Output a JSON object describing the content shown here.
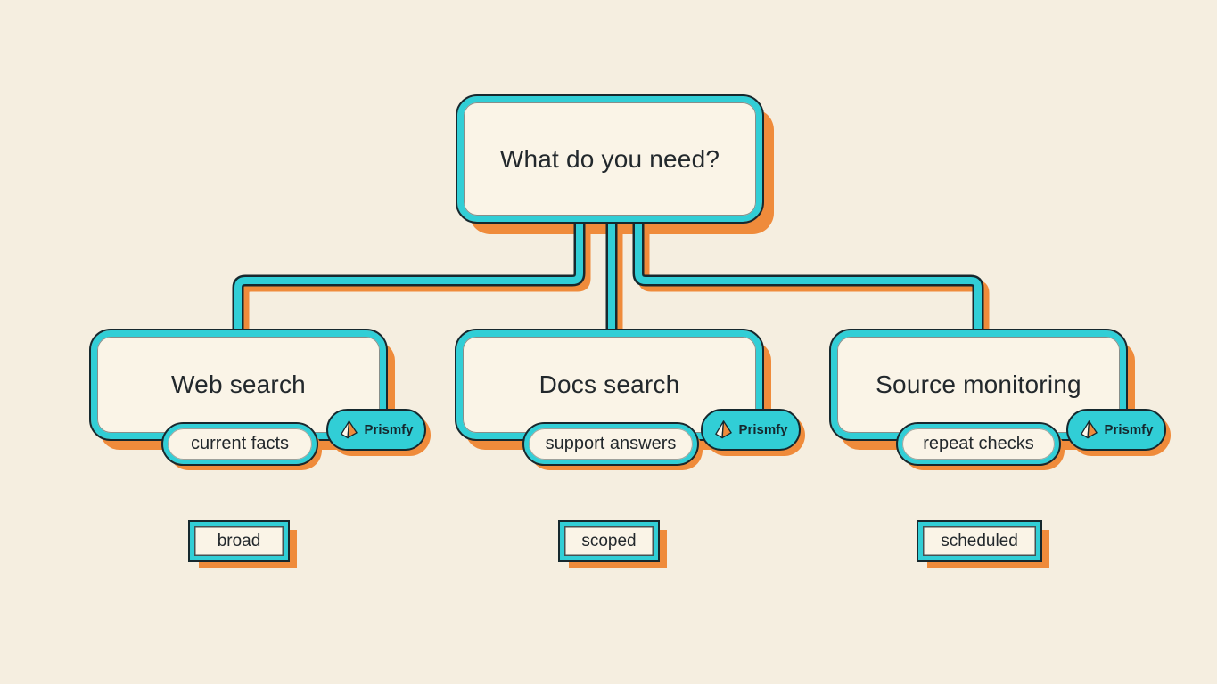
{
  "colors": {
    "background": "#f5eee0",
    "panel": "#faf4e7",
    "teal": "#31ced6",
    "orange": "#ef8b3b",
    "ink": "#16282e",
    "text": "#22282c"
  },
  "root": {
    "label": "What do you need?"
  },
  "branches": [
    {
      "title": "Web search",
      "pill": "current facts",
      "badge": "Prismfy",
      "tag": "broad"
    },
    {
      "title": "Docs search",
      "pill": "support answers",
      "badge": "Prismfy",
      "tag": "scoped"
    },
    {
      "title": "Source monitoring",
      "pill": "repeat checks",
      "badge": "Prismfy",
      "tag": "scheduled"
    }
  ],
  "icons": {
    "badge_icon": "prism-icon"
  }
}
